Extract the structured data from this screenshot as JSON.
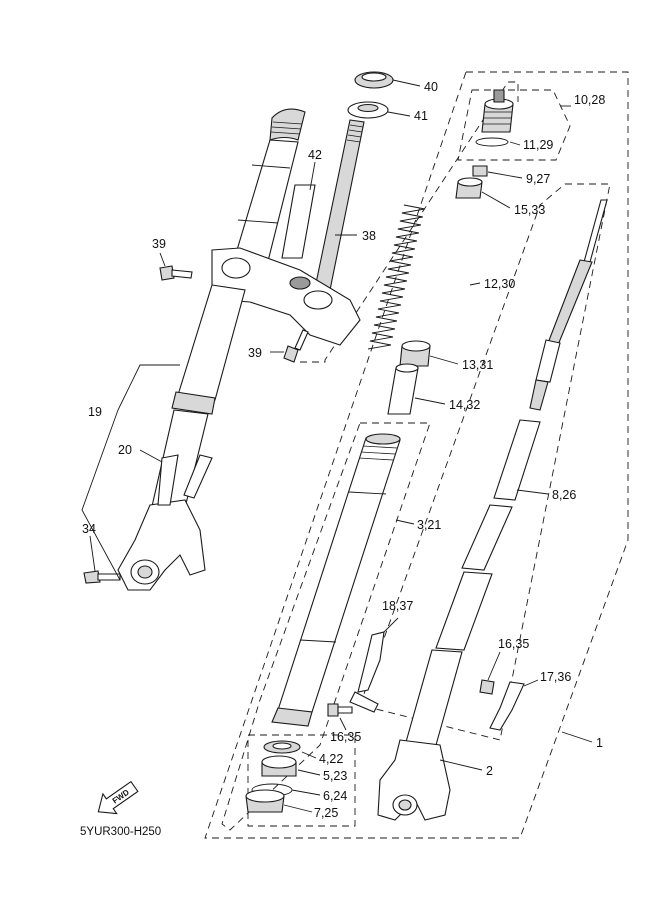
{
  "diagram": {
    "drawing_code": "5YUR300-H250",
    "fwd_label": "FWD",
    "callouts": {
      "c40": "40",
      "c41": "41",
      "c42": "42",
      "c38": "38",
      "c39a": "39",
      "c39b": "39",
      "c19": "19",
      "c20": "20",
      "c34": "34",
      "c10_28": "10,28",
      "c11_29": "11,29",
      "c9_27": "9,27",
      "c15_33": "15,33",
      "c12_30": "12,30",
      "c13_31": "13,31",
      "c14_32": "14,32",
      "c3_21": "3,21",
      "c8_26": "8,26",
      "c18_37": "18,37",
      "c16_35a": "16,35",
      "c16_35b": "16,35",
      "c17_36": "17,36",
      "c1": "1",
      "c2": "2",
      "c4_22": "4,22",
      "c5_23": "5,23",
      "c6_24": "6,24",
      "c7_25": "7,25"
    }
  }
}
